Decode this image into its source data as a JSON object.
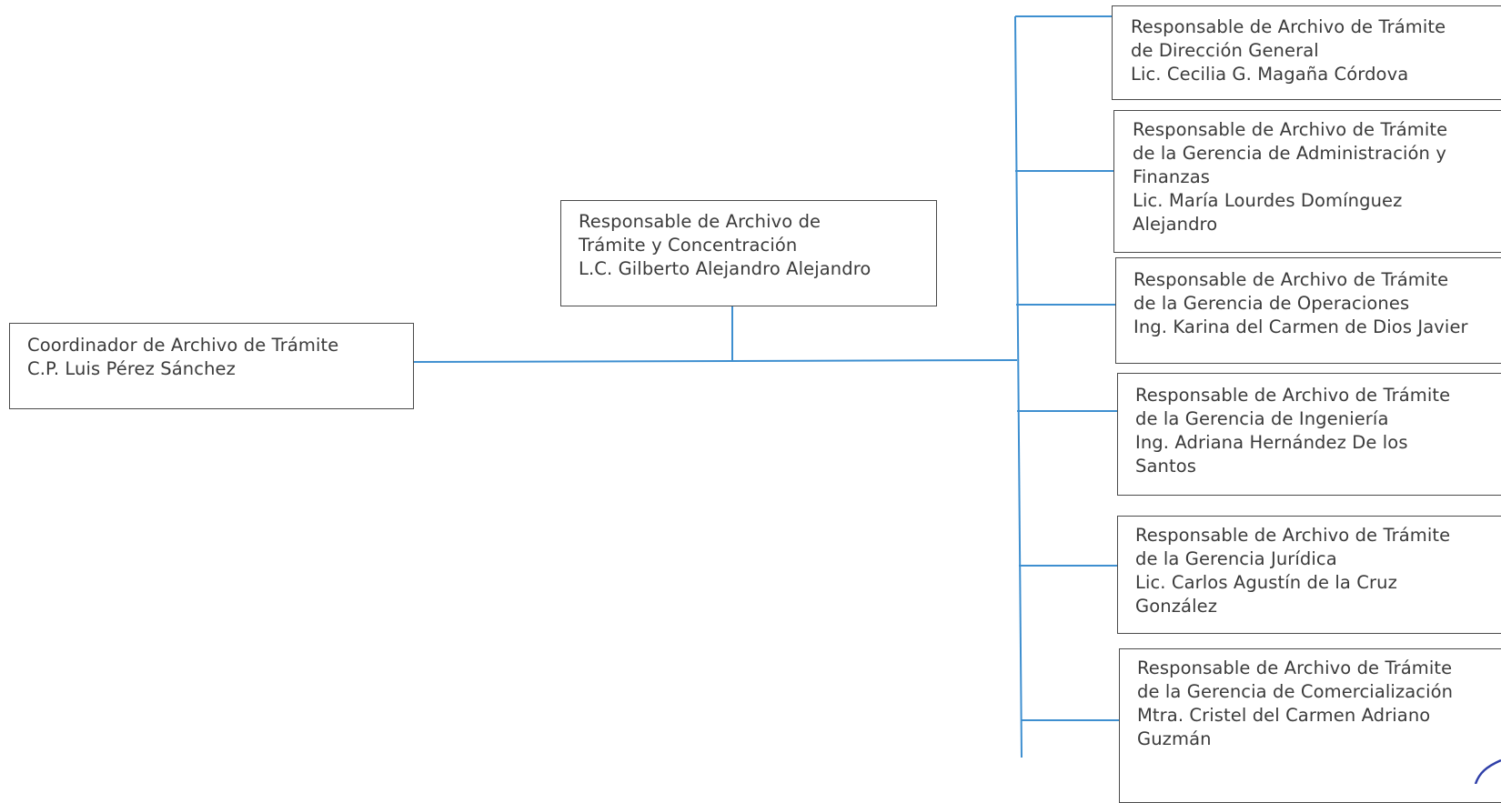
{
  "colors": {
    "connector": "#3e8fd0",
    "box_border": "#4a4a4a",
    "text": "#3b3b3b",
    "stamp": "#2f3fa8"
  },
  "coordinator": {
    "lines": [
      "Coordinador de Archivo de Trámite",
      "C.P. Luis Pérez Sánchez"
    ]
  },
  "concentration": {
    "lines": [
      "Responsable de Archivo de",
      "Trámite y Concentración",
      "L.C. Gilberto Alejandro Alejandro"
    ]
  },
  "units": [
    {
      "lines": [
        "Responsable de Archivo de Trámite",
        "de Dirección General",
        "Lic. Cecilia G. Magaña Córdova"
      ]
    },
    {
      "lines": [
        "Responsable de Archivo de Trámite",
        "de la Gerencia de Administración y",
        "Finanzas",
        "Lic. María Lourdes Domínguez",
        "Alejandro"
      ]
    },
    {
      "lines": [
        "Responsable de Archivo de Trámite",
        "de la Gerencia de Operaciones",
        "Ing. Karina del Carmen de Dios Javier"
      ]
    },
    {
      "lines": [
        "Responsable de Archivo de Trámite",
        "de la Gerencia de Ingeniería",
        "Ing. Adriana Hernández De los",
        "Santos"
      ]
    },
    {
      "lines": [
        "Responsable de Archivo de Trámite",
        "de la Gerencia Jurídica",
        "Lic. Carlos Agustín de la Cruz",
        "González"
      ]
    },
    {
      "lines": [
        "Responsable de Archivo de Trámite",
        "de la Gerencia de Comercialización",
        "Mtra. Cristel del Carmen Adriano",
        "Guzmán"
      ]
    }
  ]
}
